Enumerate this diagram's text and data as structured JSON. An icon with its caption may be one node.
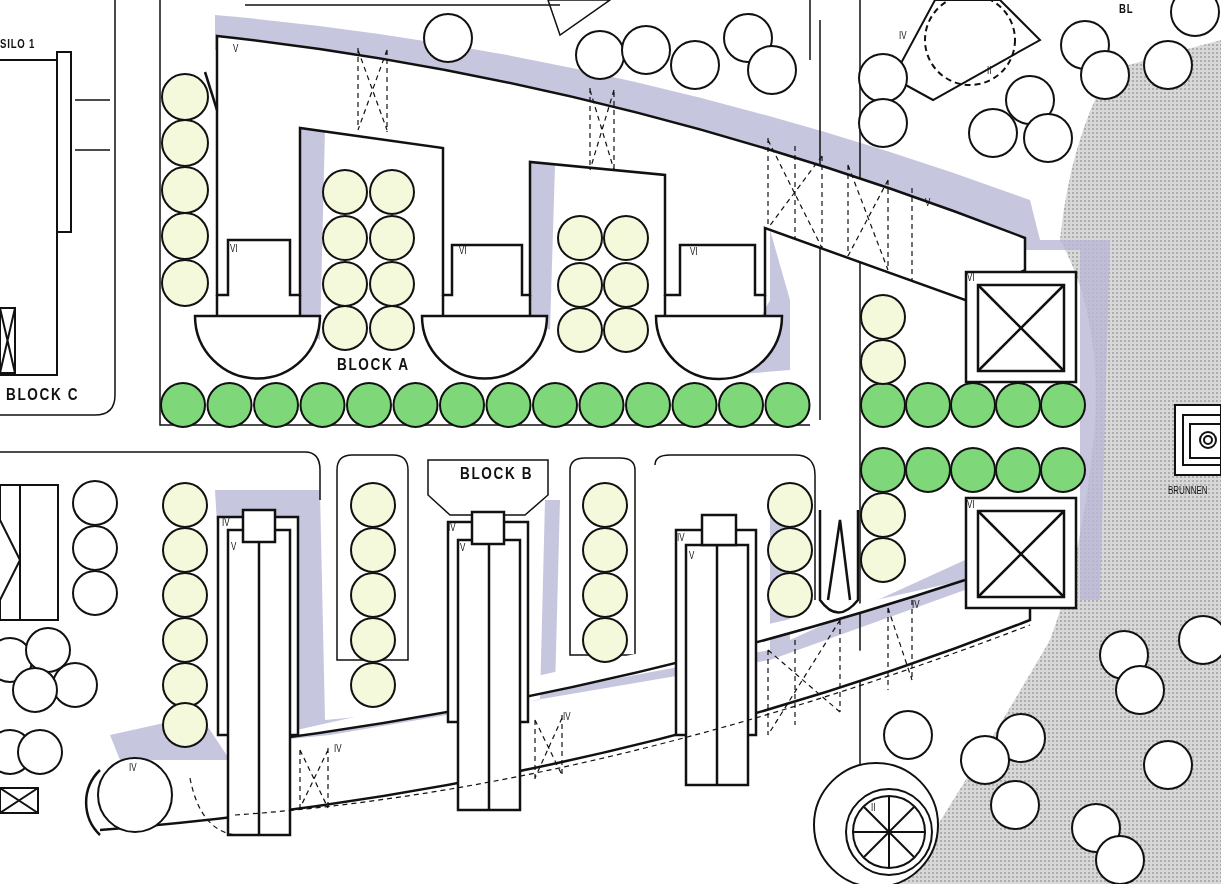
{
  "diagram": {
    "labels": [
      "BL",
      "SILO 1",
      "V",
      "IV",
      "II",
      "V",
      "VI",
      "VI",
      "VI",
      "VI",
      "BLOCK A",
      "BLOCK C",
      "BLOCK B",
      "BRUNNEN",
      "VI",
      "IV",
      "IV",
      "IV",
      "V",
      "V",
      "V",
      "IV",
      "IV",
      "IV",
      "IV",
      "II"
    ]
  }
}
